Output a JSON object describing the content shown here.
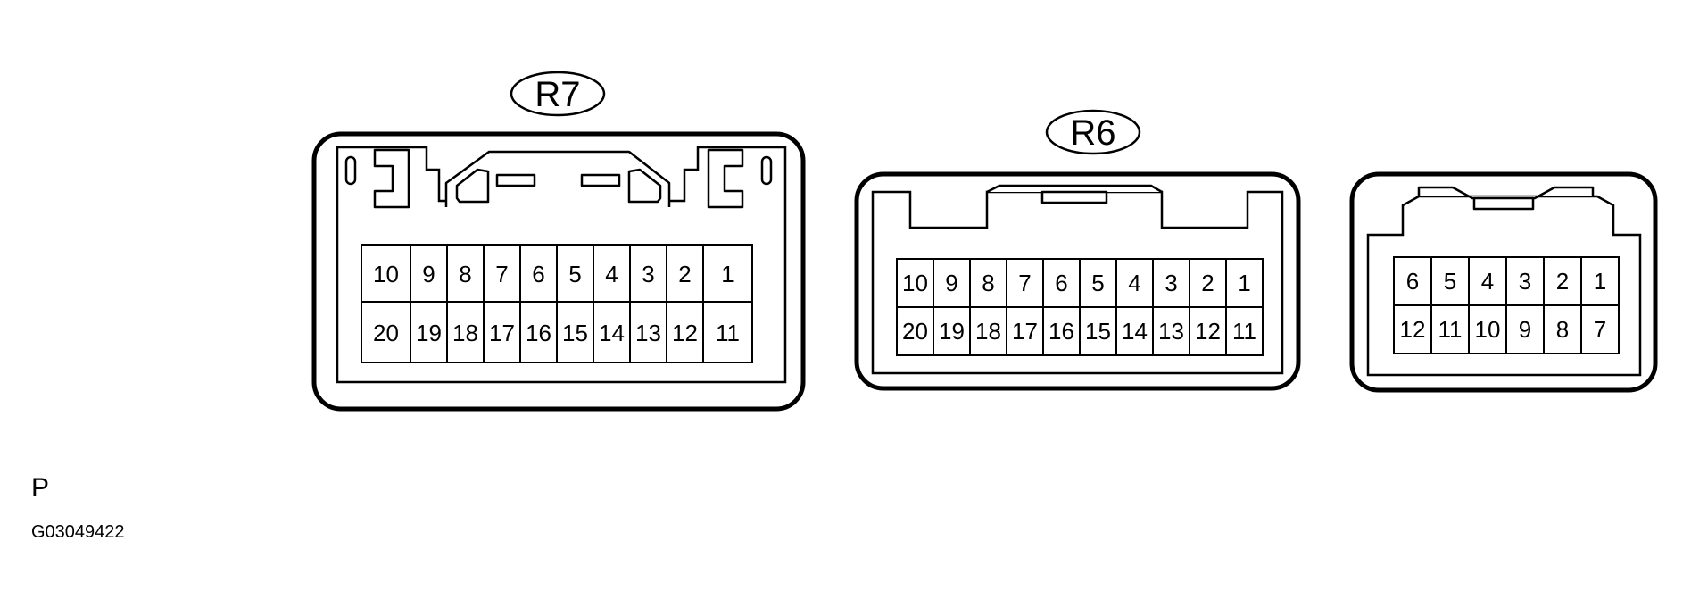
{
  "connectors": [
    {
      "id": "r7",
      "code": "R7",
      "top_row": [
        "10",
        "9",
        "8",
        "7",
        "6",
        "5",
        "4",
        "3",
        "2",
        "1"
      ],
      "bottom_row": [
        "20",
        "19",
        "18",
        "17",
        "16",
        "15",
        "14",
        "13",
        "12",
        "11"
      ]
    },
    {
      "id": "r6",
      "code": "R6",
      "top_row": [
        "10",
        "9",
        "8",
        "7",
        "6",
        "5",
        "4",
        "3",
        "2",
        "1"
      ],
      "bottom_row": [
        "20",
        "19",
        "18",
        "17",
        "16",
        "15",
        "14",
        "13",
        "12",
        "11"
      ]
    },
    {
      "id": "c12",
      "code": "",
      "top_row": [
        "6",
        "5",
        "4",
        "3",
        "2",
        "1"
      ],
      "bottom_row": [
        "12",
        "11",
        "10",
        "9",
        "8",
        "7"
      ]
    }
  ],
  "footer": {
    "page_letter": "P",
    "figure_id": "G03049422"
  }
}
